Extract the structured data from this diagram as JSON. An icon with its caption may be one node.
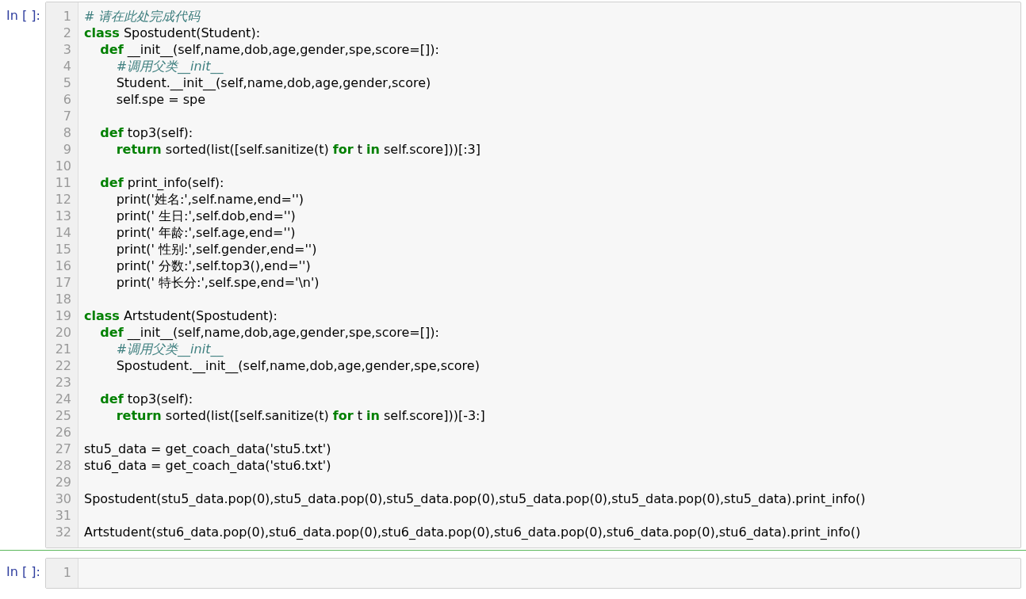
{
  "diagram": {
    "labels": [
      "In [ ]:",
      "1",
      "# 请在此处完成代码",
      "2",
      "**class** Spostudent(Student):",
      "3",
      "    **def** __init__(self,name,dob,age,gender,spe,score=[]):",
      "4",
      "        #调用父类__init__",
      "5",
      "        Student.__init__(self,name,dob,age,gender,score)",
      "6",
      "        self.spe = spe",
      "7",
      "8",
      "    **def** top3(self):",
      "9",
      "        **return** sorted(list([self.sanitize(t) **for** t **in** self.score]))[:3]",
      "10",
      "11",
      "    **def** print_info(self):",
      "12",
      "        print('姓名:',self.name,end='')",
      "13",
      "        print(' 生日:',self.dob,end='')",
      "14",
      "        print(' 年龄:',self.age,end='')",
      "15",
      "        print(' 性别:',self.gender,end='')",
      "16",
      "        print(' 分数:',self.top3(),end='')",
      "17",
      "        print(' 特长分:',self.spe,end='\\n')",
      "18",
      "19",
      "**class** Artstudent(Spostudent):",
      "20",
      "    **def** __init__(self,name,dob,age,gender,spe,score=[]):",
      "21",
      "        #调用父类__init__",
      "22",
      "        Spostudent.__init__(self,name,dob,age,gender,spe,score)",
      "23",
      "24",
      "    **def** top3(self):",
      "25",
      "        **return** sorted(list([self.sanitize(t) **for** t **in** self.score]))[-3:]",
      "26",
      "27",
      "stu5_data = get_coach_data('stu5.txt')",
      "28",
      "stu6_data = get_coach_data('stu6.txt')",
      "29",
      "30",
      "Spostudent(stu5_data.pop(0),stu5_data.pop(0),stu5_data.pop(0),stu5_data.pop(0),stu5_data.pop(0),stu5_data).print_info()",
      "31",
      "32",
      "Artstudent(stu6_data.pop(0),stu6_data.pop(0),stu6_data.pop(0),stu6_data.pop(0),stu6_data.pop(0),stu6_data).print_info()",
      "In [ ]:",
      "1"
    ]
  }
}
